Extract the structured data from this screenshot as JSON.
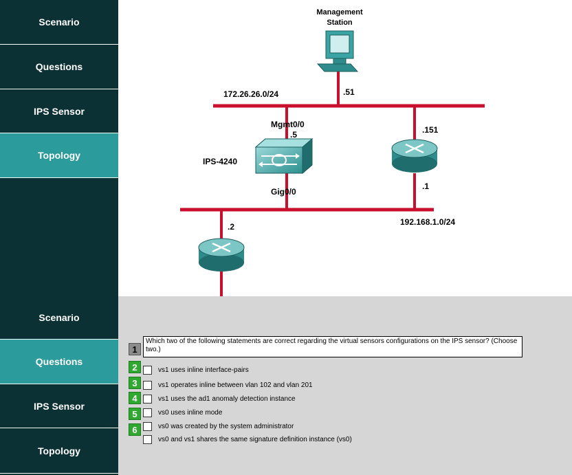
{
  "nav_top": [
    {
      "label": "Scenario"
    },
    {
      "label": "Questions"
    },
    {
      "label": "IPS Sensor"
    },
    {
      "label": "Topology",
      "active": true
    }
  ],
  "nav_bottom": [
    {
      "label": "Scenario"
    },
    {
      "label": "Questions",
      "active": true
    },
    {
      "label": "IPS Sensor"
    },
    {
      "label": "Topology"
    }
  ],
  "topology": {
    "management_station": "Management Station",
    "mgmt_ip_suffix": ".51",
    "mgmt_network": "172.26.26.0/24",
    "sensor_mgmt_iface": "Mgmt0/0",
    "sensor_mgmt_ip": ".5",
    "sensor_name": "IPS-4240",
    "sensor_data_iface": "Gig0/0",
    "router_right_top_ip": ".151",
    "router_right_bottom_ip": ".1",
    "inside_network": "192.168.1.0/24",
    "router_left_ip": ".2",
    "link_color": "#c8102e"
  },
  "quiz": {
    "question_numbers": [
      "1",
      "2",
      "3",
      "4",
      "5",
      "6"
    ],
    "current_question": "1",
    "question_text": "Which two of the following statements are correct regarding the virtual sensors configurations on the IPS sensor? (Choose two.)",
    "options": [
      "vs1 uses inline interface-pairs",
      "vs1 operates inline between vlan 102 and vlan 201",
      "vs1 uses the ad1 anomaly detection instance",
      "vs0 uses inline mode",
      "vs0 was created by the system administrator",
      "vs0 and vs1 shares the same signature definition instance (vs0)"
    ]
  }
}
